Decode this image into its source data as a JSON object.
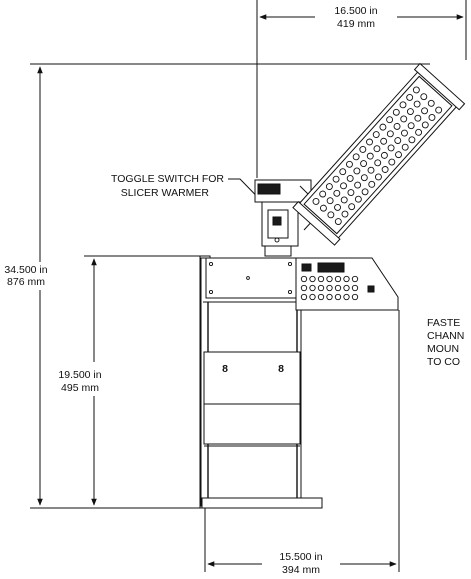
{
  "dimensions": {
    "top_width": {
      "in": "16.500 in",
      "mm": "419 mm"
    },
    "total_height": {
      "in": "34.500 in",
      "mm": "876 mm"
    },
    "cabinet_height": {
      "in": "19.500 in",
      "mm": "495 mm"
    },
    "base_width": {
      "in": "15.500 in",
      "mm": "394 mm"
    }
  },
  "callouts": {
    "toggle_line1": "TOGGLE SWITCH FOR",
    "toggle_line2": "SLICER WARMER",
    "fasten_lines": [
      "FASTE",
      "CHANN",
      "MOUN",
      "TO CO"
    ]
  },
  "door_numbers": [
    "8",
    "8"
  ]
}
